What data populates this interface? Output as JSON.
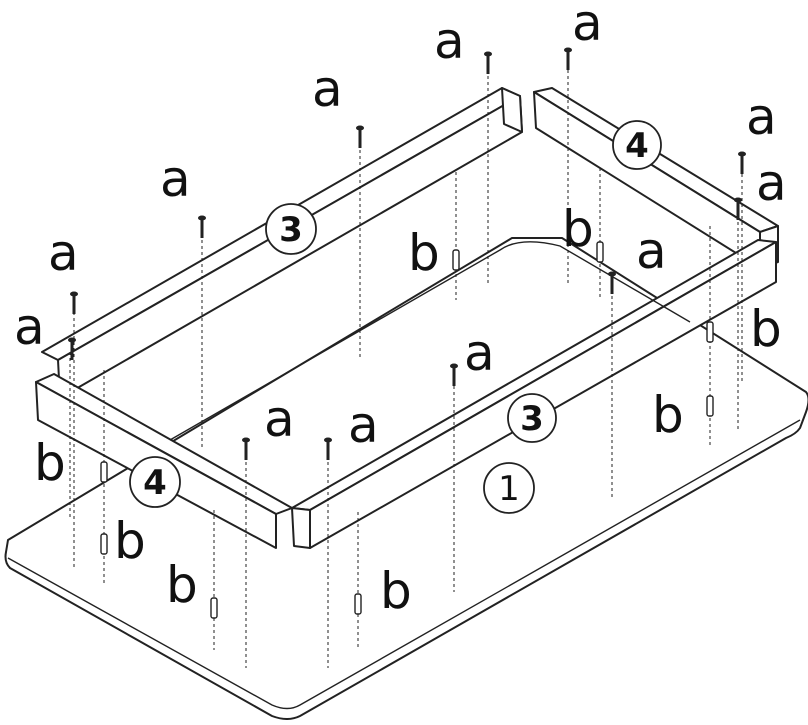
{
  "labels": {
    "screw": "a",
    "dowel": "b",
    "top_panel": "1",
    "long_rail": "3",
    "short_rail": "4"
  }
}
